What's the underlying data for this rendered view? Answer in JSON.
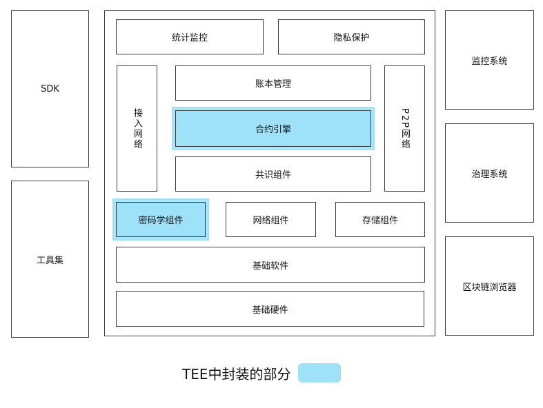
{
  "left_column": {
    "sdk": "SDK",
    "tools": "工具集"
  },
  "core": {
    "stat_monitor": "统计监控",
    "privacy": "隐私保护",
    "ledger": "账本管理",
    "access_network": "接入网络",
    "contract_engine": "合约引擎",
    "p2p_network": "P2P网络",
    "consensus": "共识组件",
    "crypto": "密码学组件",
    "network_component": "网络组件",
    "storage": "存储组件",
    "base_software": "基础软件",
    "base_hardware": "基础硬件"
  },
  "right_column": {
    "monitor_system": "监控系统",
    "governance_system": "治理系统",
    "block_explorer": "区块链浏览器"
  },
  "legend": {
    "label": "TEE中封装的部分",
    "color": "#9de2f9"
  }
}
